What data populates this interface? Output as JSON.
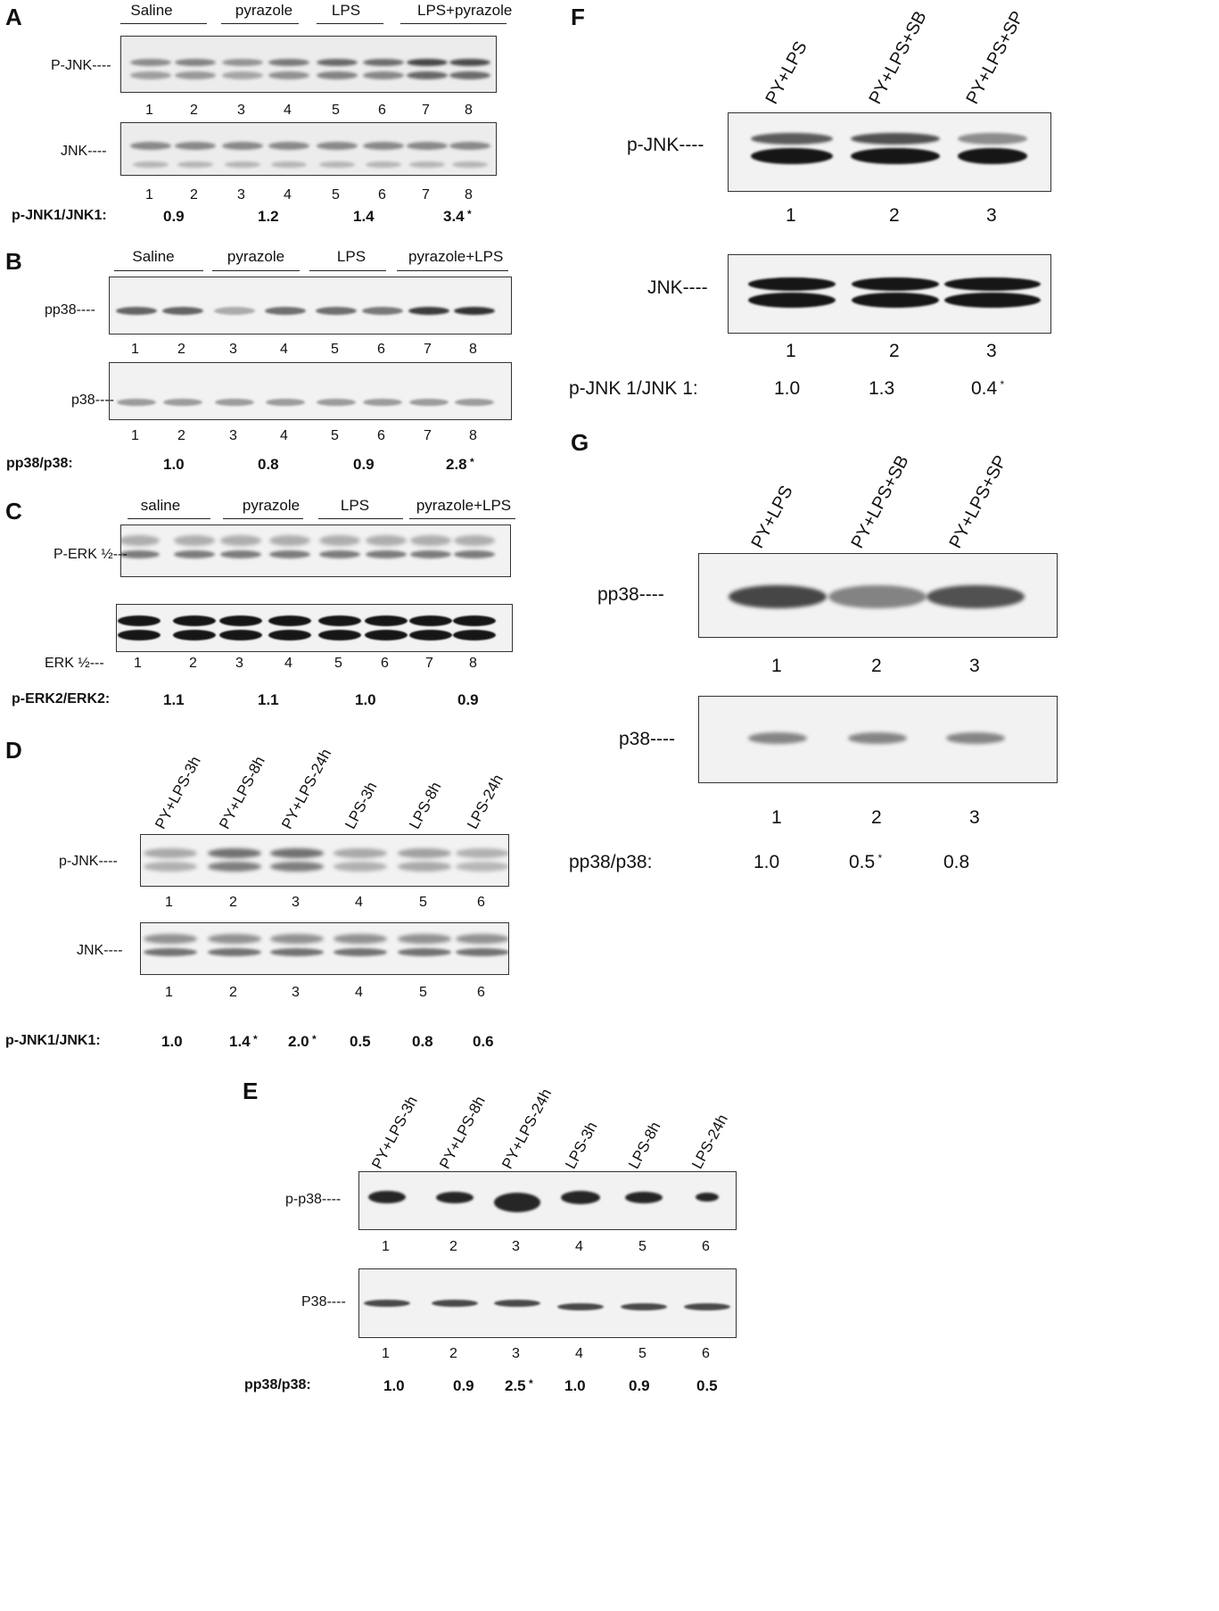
{
  "panels": {
    "A": {
      "letter": "A",
      "groups": [
        "Saline",
        "pyrazole",
        "LPS",
        "LPS+pyrazole"
      ],
      "blots": [
        {
          "label": "P-JNK----",
          "lanes": [
            "1",
            "2",
            "3",
            "4",
            "5",
            "6",
            "7",
            "8"
          ]
        },
        {
          "label": "JNK----",
          "lanes": [
            "1",
            "2",
            "3",
            "4",
            "5",
            "6",
            "7",
            "8"
          ]
        }
      ],
      "ratio_label": "p-JNK1/JNK1:",
      "ratios": [
        "0.9",
        "1.2",
        "1.4",
        "3.4"
      ],
      "significant": [
        false,
        false,
        false,
        true
      ]
    },
    "B": {
      "letter": "B",
      "groups": [
        "Saline",
        "pyrazole",
        "LPS",
        "pyrazole+LPS"
      ],
      "blots": [
        {
          "label": "pp38----",
          "lanes": [
            "1",
            "2",
            "3",
            "4",
            "5",
            "6",
            "7",
            "8"
          ]
        },
        {
          "label": "p38----",
          "lanes": [
            "1",
            "2",
            "3",
            "4",
            "5",
            "6",
            "7",
            "8"
          ]
        }
      ],
      "ratio_label": "pp38/p38:",
      "ratios": [
        "1.0",
        "0.8",
        "0.9",
        "2.8"
      ],
      "significant": [
        false,
        false,
        false,
        true
      ]
    },
    "C": {
      "letter": "C",
      "groups": [
        "saline",
        "pyrazole",
        "LPS",
        "pyrazole+LPS"
      ],
      "blots": [
        {
          "label": "P-ERK ½---",
          "lanes": []
        },
        {
          "label": "ERK ½---",
          "lanes": [
            "1",
            "2",
            "3",
            "4",
            "5",
            "6",
            "7",
            "8"
          ]
        }
      ],
      "ratio_label": "p-ERK2/ERK2:",
      "ratios": [
        "1.1",
        "1.1",
        "1.0",
        "0.9"
      ],
      "significant": [
        false,
        false,
        false,
        false
      ]
    },
    "D": {
      "letter": "D",
      "conditions": [
        "PY+LPS-3h",
        "PY+LPS-8h",
        "PY+LPS-24h",
        "LPS-3h",
        "LPS-8h",
        "LPS-24h"
      ],
      "blots": [
        {
          "label": "p-JNK----",
          "lanes": [
            "1",
            "2",
            "3",
            "4",
            "5",
            "6"
          ]
        },
        {
          "label": "JNK----",
          "lanes": [
            "1",
            "2",
            "3",
            "4",
            "5",
            "6"
          ]
        }
      ],
      "ratio_label": "p-JNK1/JNK1:",
      "ratios": [
        "1.0",
        "1.4",
        "2.0",
        "0.5",
        "0.8",
        "0.6"
      ],
      "significant": [
        false,
        true,
        true,
        false,
        false,
        false
      ]
    },
    "E": {
      "letter": "E",
      "conditions": [
        "PY+LPS-3h",
        "PY+LPS-8h",
        "PY+LPS-24h",
        "LPS-3h",
        "LPS-8h",
        "LPS-24h"
      ],
      "blots": [
        {
          "label": "p-p38----",
          "lanes": [
            "1",
            "2",
            "3",
            "4",
            "5",
            "6"
          ]
        },
        {
          "label": "P38----",
          "lanes": [
            "1",
            "2",
            "3",
            "4",
            "5",
            "6"
          ]
        }
      ],
      "ratio_label": "pp38/p38:",
      "ratios": [
        "1.0",
        "0.9",
        "2.5",
        "1.0",
        "0.9",
        "0.5"
      ],
      "significant": [
        false,
        false,
        true,
        false,
        false,
        false
      ]
    },
    "F": {
      "letter": "F",
      "conditions": [
        "PY+LPS",
        "PY+LPS+SB",
        "PY+LPS+SP"
      ],
      "blots": [
        {
          "label": "p-JNK----",
          "lanes": [
            "1",
            "2",
            "3"
          ]
        },
        {
          "label": "JNK----",
          "lanes": [
            "1",
            "2",
            "3"
          ]
        }
      ],
      "ratio_label": "p-JNK 1/JNK 1:",
      "ratios": [
        "1.0",
        "1.3",
        "0.4"
      ],
      "significant": [
        false,
        false,
        true
      ]
    },
    "G": {
      "letter": "G",
      "conditions": [
        "PY+LPS",
        "PY+LPS+SB",
        "PY+LPS+SP"
      ],
      "blots": [
        {
          "label": "pp38----",
          "lanes": [
            "1",
            "2",
            "3"
          ]
        },
        {
          "label": "p38----",
          "lanes": [
            "1",
            "2",
            "3"
          ]
        }
      ],
      "ratio_label": "pp38/p38:",
      "ratios": [
        "1.0",
        "0.5",
        "0.8"
      ],
      "significant": [
        false,
        true,
        false
      ]
    },
    "star": "*"
  }
}
